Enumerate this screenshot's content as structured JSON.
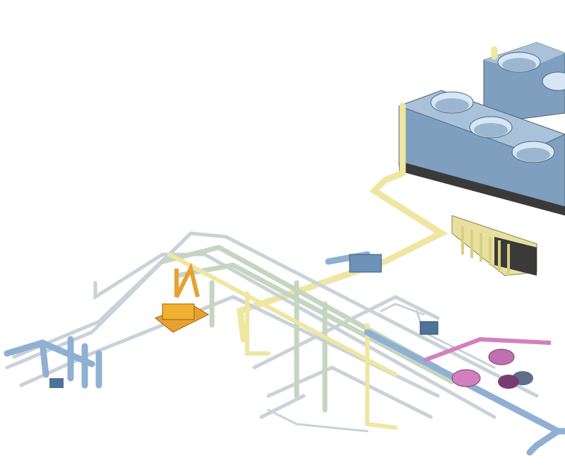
{
  "colors": {
    "background": "#ffffff",
    "cooling_tower": "#7f9fbf",
    "cooling_tower_top": "#a9c2da",
    "cooling_tower_base": "#3a3a3a",
    "fan_rim": "#d6e6f4",
    "pipe_yellow": "#efe6a2",
    "pipe_green": "#c5d6c0",
    "pipe_blue": "#8fb0d2",
    "pipe_grey": "#c9d2d8",
    "pump_orange": "#e8a030",
    "pump_pink": "#d37fbf",
    "equipment_blue": "#6e93b8"
  },
  "components": [
    "cooling-towers",
    "header-manifold",
    "chiller-pump-orange",
    "pump-group-pink",
    "pipe-network"
  ]
}
